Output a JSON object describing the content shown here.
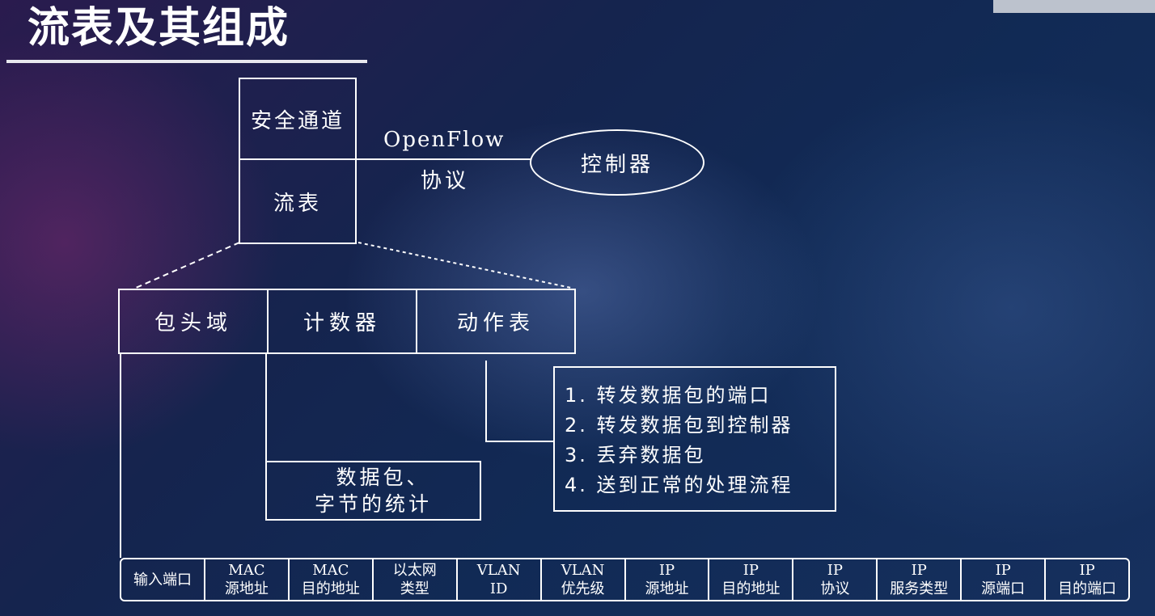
{
  "title": "流表及其组成",
  "switch": {
    "secure_channel": "安全通道",
    "flow_table": "流表"
  },
  "link": {
    "line1": "OpenFlow",
    "line2": "协议"
  },
  "controller": "控制器",
  "flow_entry": {
    "header": "包头域",
    "counters": "计数器",
    "actions": "动作表"
  },
  "counter_box": {
    "line1": "数据包、",
    "line2": "字节的统计"
  },
  "action_list": [
    "1. 转发数据包的端口",
    "2. 转发数据包到控制器",
    "3. 丢弃数据包",
    "4. 送到正常的处理流程"
  ],
  "header_fields": [
    {
      "l1": "输入端口",
      "l2": ""
    },
    {
      "l1": "MAC",
      "l2": "源地址"
    },
    {
      "l1": "MAC",
      "l2": "目的地址"
    },
    {
      "l1": "以太网",
      "l2": "类型"
    },
    {
      "l1": "VLAN",
      "l2": "ID"
    },
    {
      "l1": "VLAN",
      "l2": "优先级"
    },
    {
      "l1": "IP",
      "l2": "源地址"
    },
    {
      "l1": "IP",
      "l2": "目的地址"
    },
    {
      "l1": "IP",
      "l2": "协议"
    },
    {
      "l1": "IP",
      "l2": "服务类型"
    },
    {
      "l1": "IP",
      "l2": "源端口"
    },
    {
      "l1": "IP",
      "l2": "目的端口"
    }
  ]
}
